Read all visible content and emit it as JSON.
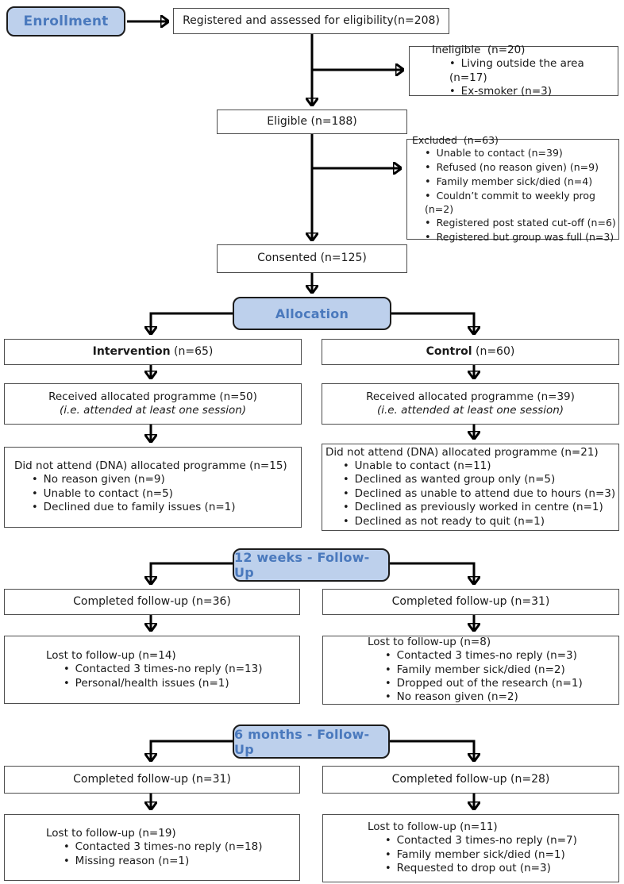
{
  "colors": {
    "band_fill": "#bdd0ec",
    "band_border": "#1c1c1c",
    "band_text": "#4a79bd",
    "box_border": "#4d4d4d",
    "arrow": "#000000",
    "background": "#ffffff"
  },
  "bands": {
    "enrollment": "Enrollment",
    "allocation": "Allocation",
    "followup_12w": "12 weeks - Follow-Up",
    "followup_6m": "6 months - Follow-Up"
  },
  "nodes": {
    "registered": {
      "label": "Registered and assessed for eligibility(n=208)"
    },
    "ineligible": {
      "title": "Ineligible  (n=20)",
      "items": [
        "Living outside the area (n=17)",
        "Ex-smoker (n=3)"
      ]
    },
    "eligible": {
      "label": "Eligible (n=188)"
    },
    "excluded": {
      "title": "Excluded  (n=63)",
      "items": [
        "Unable to contact (n=39)",
        "Refused (no reason given) (n=9)",
        "Family member sick/died (n=4)",
        "Couldn’t commit to weekly prog (n=2)",
        "Registered post stated cut-off (n=6)",
        "Registered but group was full (n=3)"
      ]
    },
    "consented": {
      "label": "Consented (n=125)"
    },
    "intervention": {
      "title_bold": "Intervention",
      "title_rest": " (n=65)"
    },
    "control": {
      "title_bold": "Control",
      "title_rest": " (n=60)"
    },
    "received_intervention": {
      "line1": "Received allocated programme (n=50)",
      "line2": "(i.e. attended at least one session)"
    },
    "received_control": {
      "line1": "Received allocated programme (n=39)",
      "line2": "(i.e. attended at least one session)"
    },
    "dna_intervention": {
      "title": "Did not attend (DNA) allocated programme (n=15)",
      "items": [
        "No reason given (n=9)",
        "Unable to contact (n=5)",
        "Declined due to family issues (n=1)"
      ]
    },
    "dna_control": {
      "title": "Did not attend (DNA) allocated programme (n=21)",
      "items": [
        "Unable to contact (n=11)",
        "Declined as wanted group only (n=5)",
        "Declined as unable to attend due to hours (n=3)",
        "Declined as previously worked in centre (n=1)",
        "Declined as not ready to quit (n=1)"
      ]
    },
    "completed_12w_intervention": {
      "label": "Completed follow-up (n=36)"
    },
    "completed_12w_control": {
      "label": "Completed follow-up (n=31)"
    },
    "lost_12w_intervention": {
      "title": "Lost to follow-up (n=14)",
      "items": [
        "Contacted 3 times-no reply (n=13)",
        "Personal/health issues (n=1)"
      ]
    },
    "lost_12w_control": {
      "title": "Lost to follow-up (n=8)",
      "items": [
        "Contacted 3 times-no reply (n=3)",
        "Family member sick/died (n=2)",
        "Dropped out of the research (n=1)",
        "No reason given (n=2)"
      ]
    },
    "completed_6m_intervention": {
      "label": "Completed follow-up (n=31)"
    },
    "completed_6m_control": {
      "label": "Completed follow-up (n=28)"
    },
    "lost_6m_intervention": {
      "title": "Lost to follow-up (n=19)",
      "items": [
        "Contacted 3 times-no reply (n=18)",
        "Missing reason (n=1)"
      ]
    },
    "lost_6m_control": {
      "title": "Lost to follow-up (n=11)",
      "items": [
        "Contacted 3 times-no reply (n=7)",
        "Family member sick/died (n=1)",
        "Requested to drop out (n=3)"
      ]
    }
  }
}
